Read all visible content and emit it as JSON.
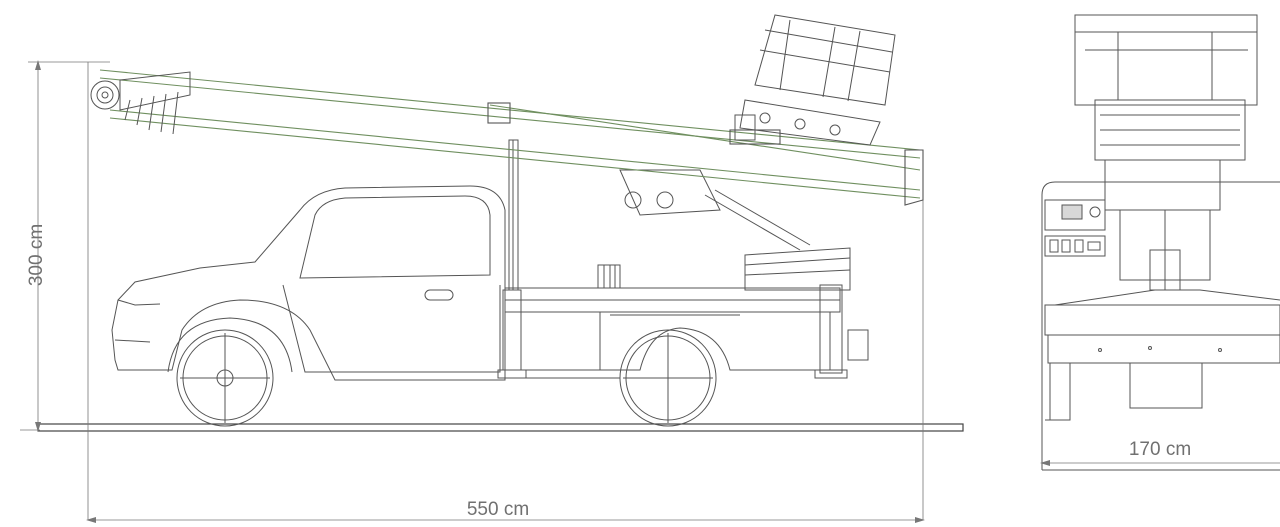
{
  "dimensions": {
    "height_label": "300 cm",
    "length_label": "550 cm",
    "width_label": "170 cm"
  },
  "colors": {
    "line": "#4a4a4a",
    "light_line": "#8a8a8a",
    "dimension": "#777777",
    "boom_accent": "#6f8f5f"
  },
  "views": {
    "side": "side-view-truck-with-boom",
    "front": "front-view-truck-with-platform"
  }
}
